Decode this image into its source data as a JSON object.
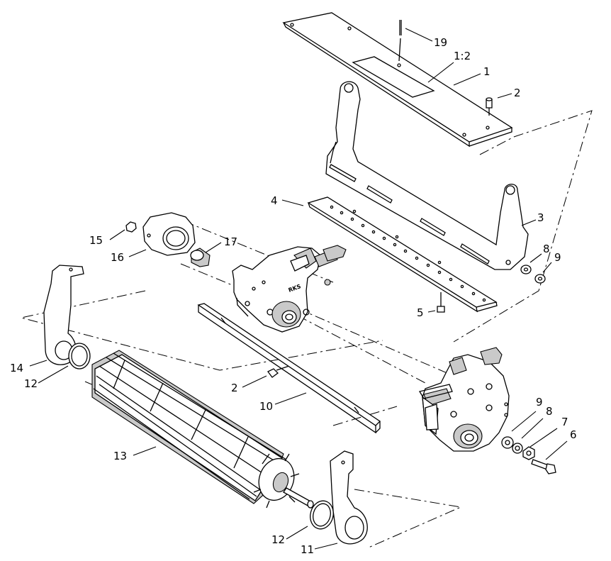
{
  "callouts": {
    "c19": "19",
    "c1_2": "1:2",
    "c1": "1",
    "c2_top": "2",
    "c4": "4",
    "c3": "3",
    "c15": "15",
    "c17": "17",
    "c16": "16",
    "c8_top": "8",
    "c9_top": "9",
    "c5": "5",
    "c14": "14",
    "c12_top": "12",
    "c2_mid": "2",
    "c10": "10",
    "c9_bot": "9",
    "c8_bot": "8",
    "c7": "7",
    "c6": "6",
    "c13": "13",
    "c12_bot": "12",
    "c11": "11"
  },
  "side_plate_marking": "RKS"
}
